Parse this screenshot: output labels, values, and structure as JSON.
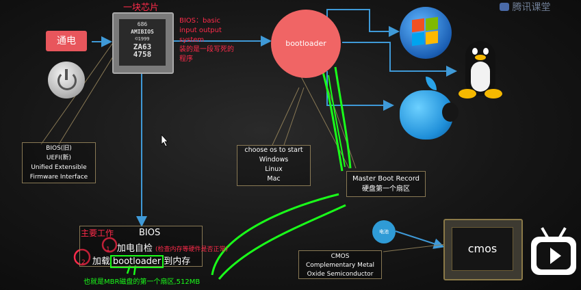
{
  "chip_title": "一块芯片",
  "chip": {
    "line1": "686",
    "line2": "AMIBIOS",
    "line3": "©1999",
    "line4": "ZA63",
    "line5": "4758"
  },
  "power_button_label": "通电",
  "bios_note": {
    "line1": "BIOS：basic",
    "line2": "input output",
    "line3": "system",
    "line4": "装的是一段写死的",
    "line5": "程序"
  },
  "bootloader_label": "bootloader",
  "bios_box": {
    "line1": "BIOS(旧)",
    "line2": "UEFI(新)",
    "line3": "Unified Extensible",
    "line4": "Firmware Interface"
  },
  "choose_os": {
    "title": "choose os to start",
    "items": [
      "Windows",
      "Linux",
      "Mac"
    ]
  },
  "mbr": {
    "line1": "Master Boot Record",
    "line2": "硬盘第一个扇区"
  },
  "bios_work": {
    "title": "BIOS",
    "main_work_label": "主要工作",
    "num1": "1",
    "step1": "加电自检",
    "step1_note": "(检查内存等硬件是否正常)",
    "num2": "2",
    "step2_prefix": "加载",
    "step2_highlight": "bootloader",
    "step2_suffix": "到内存"
  },
  "mbr_note": "也就是MBR磁盘的第一个扇区,512MB",
  "cmos_chip_label": "cmos",
  "battery_label": "电池",
  "cmos_box": {
    "line1": "CMOS",
    "line2": "Complementary Metal",
    "line3": "Oxide Semiconductor"
  },
  "watermark": "腾讯课堂",
  "colors": {
    "accent_red": "#ff2b4a",
    "annotation_green": "#1aff1a",
    "arrow_blue": "#3f9ad8",
    "bootloader_fill": "#f06565",
    "button_red": "#e8565c",
    "battery_blue": "#2f9bd6"
  }
}
